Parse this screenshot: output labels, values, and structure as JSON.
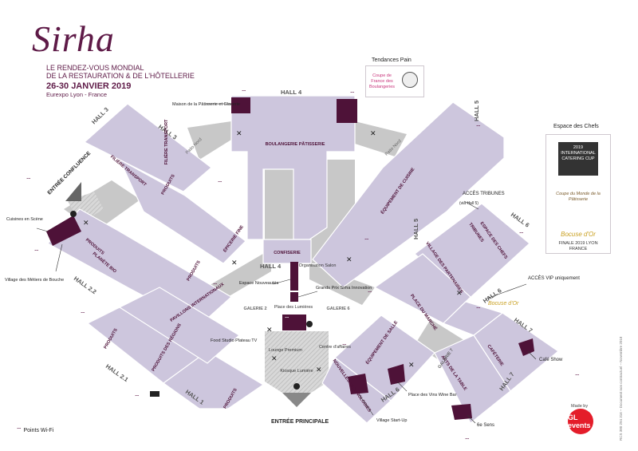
{
  "header": {
    "logo": "Sirha",
    "tagline_1": "LE RENDEZ-VOUS MONDIAL",
    "tagline_2": "DE LA RESTAURATION & DE L'HÔTELLERIE",
    "dates": "26-30 JANVIER 2019",
    "venue": "Eurexpo Lyon - France"
  },
  "tendances": {
    "title": "Tendances Pain",
    "badge": "Coupe de France des Boulangeries"
  },
  "espace_chefs": {
    "title": "Espace des Chefs",
    "badge_1": "2019 INTERNATIONAL CATERING CUP",
    "badge_2": "Coupe du Monde de la Pâtisserie",
    "badge_3": "Bocuse d'Or",
    "badge_3_sub": "FINALE 2019 LYON FRANCE"
  },
  "halls": {
    "hall4_top": "HALL 4",
    "hall5_top": "HALL 5",
    "hall3_a": "HALL 3",
    "hall3_b": "HALL 3",
    "hall22": "HALL 2.2",
    "hall21": "HALL 2.1",
    "hall1": "HALL 1",
    "hall4_mid": "HALL 4",
    "hall5_mid": "HALL 5",
    "hall6_a": "HALL 6",
    "hall6_b": "HALL 6",
    "hall6_c": "HALL 6",
    "hall7_a": "HALL 7",
    "hall7_b": "HALL 7"
  },
  "zones": {
    "boulangerie": "BOULANGERIE PÂTISSERIE",
    "filiere_1": "FILIÈRE TRANSPORT",
    "filiere_2": "FILIÈRE TRANSPORT",
    "produits_1": "PRODUITS",
    "produits_2": "PRODUITS",
    "produits_3": "PRODUITS",
    "produits_4": "PRODUITS",
    "produits_5": "PRODUITS",
    "produits_regions": "PRODUITS DES RÉGIONS",
    "planete_bio": "PLANÈTE BIO",
    "epicerie_fine": "ÉPICERIE FINE",
    "confiserie": "CONFISERIE",
    "pavillons": "PAVILLONS INTERNATIONAUX",
    "equip_cuisine": "ÉQUIPEMENT DE CUISINE",
    "tribunes": "TRIBUNES",
    "espace_chefs_zone": "ESPACE DES CHEFS",
    "village_part": "VILLAGE DES PARTENAIRES",
    "place_marche": "PLACE DU MARCHÉ",
    "equip_salle": "ÉQUIPEMENT DE SALLE",
    "nouvelles_tech": "NOUVELLES TECHNOLOGIES",
    "arts_table": "ARTS DE LA TABLE",
    "cafeterie": "CAFÉTERIE",
    "galerie2": "GALERIE 2",
    "galerie6": "GALERIE 6",
    "galerie7": "GALERIE 7",
    "patio_nord_1": "Patio Nord",
    "patio_nord_2": "Patio Nord",
    "lounge": "Lounge Premium",
    "kiosque": "Kiosque Lumière",
    "centre_affaires": "Centre d'affaires",
    "orga_salon": "Organisation Salon",
    "place_lumieres": "Place des Lumières"
  },
  "callouts": {
    "maison": "Maison de la Pâtisserie et Glacerie",
    "cuisines": "Cuisines en Scène",
    "village_metiers": "Village des Métiers de Bouche",
    "espace_nouv": "Espace Nouveautés",
    "grands_prix": "Grands Prix Sirha Innovation",
    "food_studio": "Food Studio Plateau TV",
    "acces_tribunes": "ACCÈS TRIBUNES",
    "via_hall5": "(via Hall 5)",
    "acces_vip": "ACCÈS VIP uniquement",
    "bocuse_boutique": "Bocuse d'Or",
    "cafe_show": "Café Show",
    "place_vins": "Place des Vins Wine Bar",
    "village_startup": "Village Start-Up",
    "sixieme_sens": "6e Sens",
    "entree_conf": "ENTRÉE CONFLUENCE",
    "entree_princ": "ENTRÉE PRINCIPALE"
  },
  "legend": {
    "wifi": "Points Wi-Fi"
  },
  "credit": {
    "madeby": "Made by",
    "ge": "GL events",
    "vertical": "RCS 380 294 316 – Document non contractuel – Novembre 2018"
  },
  "colors": {
    "hall": "#cdc6dd",
    "corridor": "#c3c3c3",
    "accent": "#4e1238",
    "brand": "#5e1a47"
  }
}
